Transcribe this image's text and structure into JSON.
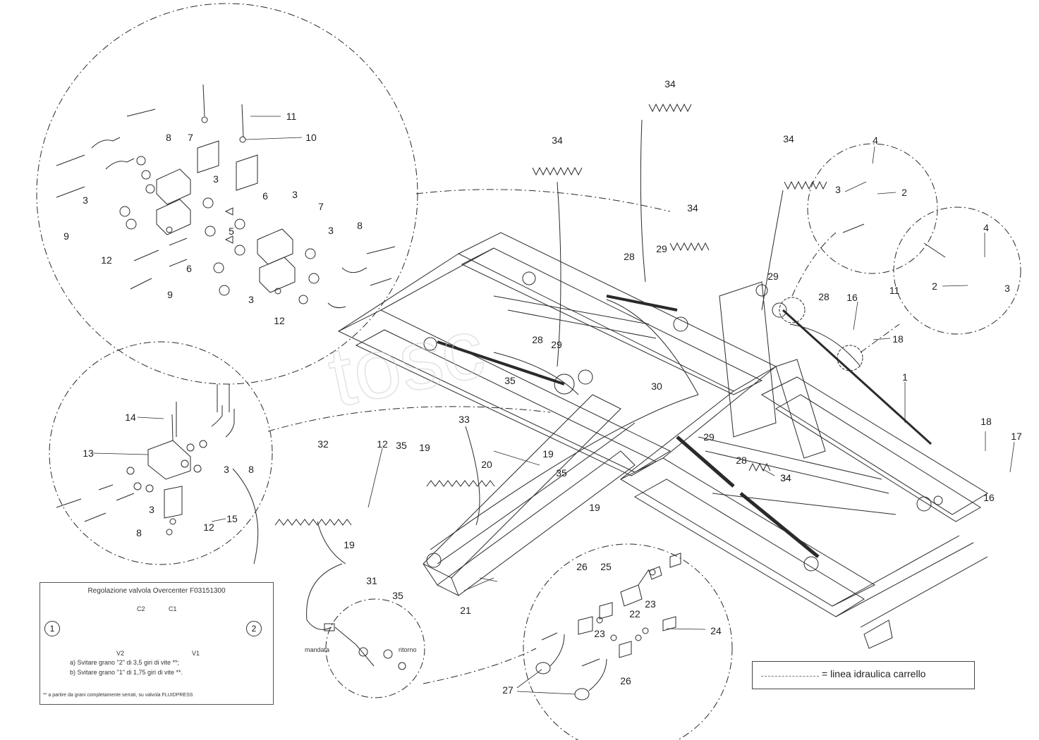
{
  "callouts": [
    {
      "id": "c34a",
      "text": "34"
    },
    {
      "id": "c34b",
      "text": "34"
    },
    {
      "id": "c34c",
      "text": "34"
    },
    {
      "id": "c34d",
      "text": "34"
    },
    {
      "id": "c34e",
      "text": "34"
    },
    {
      "id": "c11a",
      "text": "11"
    },
    {
      "id": "c10",
      "text": "10"
    },
    {
      "id": "c8a",
      "text": "8"
    },
    {
      "id": "c7a",
      "text": "7"
    },
    {
      "id": "c3a",
      "text": "3"
    },
    {
      "id": "c6a",
      "text": "6"
    },
    {
      "id": "c3b",
      "text": "3"
    },
    {
      "id": "c7b",
      "text": "7"
    },
    {
      "id": "c3c",
      "text": "3"
    },
    {
      "id": "c8b",
      "text": "8"
    },
    {
      "id": "c5",
      "text": "5"
    },
    {
      "id": "c6b",
      "text": "6"
    },
    {
      "id": "c3d",
      "text": "3"
    },
    {
      "id": "c9a",
      "text": "9"
    },
    {
      "id": "c12a",
      "text": "12"
    },
    {
      "id": "c9b",
      "text": "9"
    },
    {
      "id": "c3e",
      "text": "3"
    },
    {
      "id": "c12b",
      "text": "12"
    },
    {
      "id": "c4a",
      "text": "4"
    },
    {
      "id": "c3f",
      "text": "3"
    },
    {
      "id": "c2a",
      "text": "2"
    },
    {
      "id": "c4b",
      "text": "4"
    },
    {
      "id": "c2b",
      "text": "2"
    },
    {
      "id": "c3g",
      "text": "3"
    },
    {
      "id": "c28a",
      "text": "28"
    },
    {
      "id": "c29a",
      "text": "29"
    },
    {
      "id": "c29b",
      "text": "29"
    },
    {
      "id": "c28b",
      "text": "28"
    },
    {
      "id": "c16a",
      "text": "16"
    },
    {
      "id": "c11b",
      "text": "11"
    },
    {
      "id": "c18a",
      "text": "18"
    },
    {
      "id": "c28c",
      "text": "28"
    },
    {
      "id": "c29c",
      "text": "29"
    },
    {
      "id": "c35a",
      "text": "35"
    },
    {
      "id": "c30",
      "text": "30"
    },
    {
      "id": "c1",
      "text": "1"
    },
    {
      "id": "c14",
      "text": "14"
    },
    {
      "id": "c13",
      "text": "13"
    },
    {
      "id": "c3h",
      "text": "3"
    },
    {
      "id": "c8c",
      "text": "8"
    },
    {
      "id": "c3i",
      "text": "3"
    },
    {
      "id": "c8d",
      "text": "8"
    },
    {
      "id": "c15",
      "text": "15"
    },
    {
      "id": "c12c",
      "text": "12"
    },
    {
      "id": "c32",
      "text": "32"
    },
    {
      "id": "c12d",
      "text": "12"
    },
    {
      "id": "c35b",
      "text": "35"
    },
    {
      "id": "c19a",
      "text": "19"
    },
    {
      "id": "c33",
      "text": "33"
    },
    {
      "id": "c20",
      "text": "20"
    },
    {
      "id": "c19b",
      "text": "19"
    },
    {
      "id": "c35c",
      "text": "35"
    },
    {
      "id": "c19c",
      "text": "19"
    },
    {
      "id": "c19d",
      "text": "19"
    },
    {
      "id": "c29d",
      "text": "29"
    },
    {
      "id": "c28d",
      "text": "28"
    },
    {
      "id": "c34f",
      "text": "34"
    },
    {
      "id": "c18b",
      "text": "18"
    },
    {
      "id": "c17",
      "text": "17"
    },
    {
      "id": "c16b",
      "text": "16"
    },
    {
      "id": "c31",
      "text": "31"
    },
    {
      "id": "c35d",
      "text": "35"
    },
    {
      "id": "c21",
      "text": "21"
    },
    {
      "id": "c26a",
      "text": "26"
    },
    {
      "id": "c25",
      "text": "25"
    },
    {
      "id": "c22",
      "text": "22"
    },
    {
      "id": "c23a",
      "text": "23"
    },
    {
      "id": "c23b",
      "text": "23"
    },
    {
      "id": "c24",
      "text": "24"
    },
    {
      "id": "c26b",
      "text": "26"
    },
    {
      "id": "c27",
      "text": "27"
    }
  ],
  "hose_labels": {
    "mandata": "mandata",
    "ritorno": "ritorno"
  },
  "valve_box": {
    "title": "Regolazione valvola Overcenter F03151300",
    "port_c2": "C2",
    "port_c1": "C1",
    "port_v2": "V2",
    "port_v1": "V1",
    "circle_1": "1",
    "circle_2": "2",
    "instruction_a": "a) Svitare grano \"2\" di 3,5 giri di vite **;",
    "instruction_b": "b) Svitare grano \"1\" di 1,75 giri di vite **.",
    "footnote": "** a partire da grani completamente serrati, su valvola FLUIDPRESS"
  },
  "legend": {
    "text": "= linea idraulica carrello"
  },
  "colors": {
    "line": "#2a2a2a",
    "text": "#222222",
    "watermark": "#cfcfcf"
  }
}
